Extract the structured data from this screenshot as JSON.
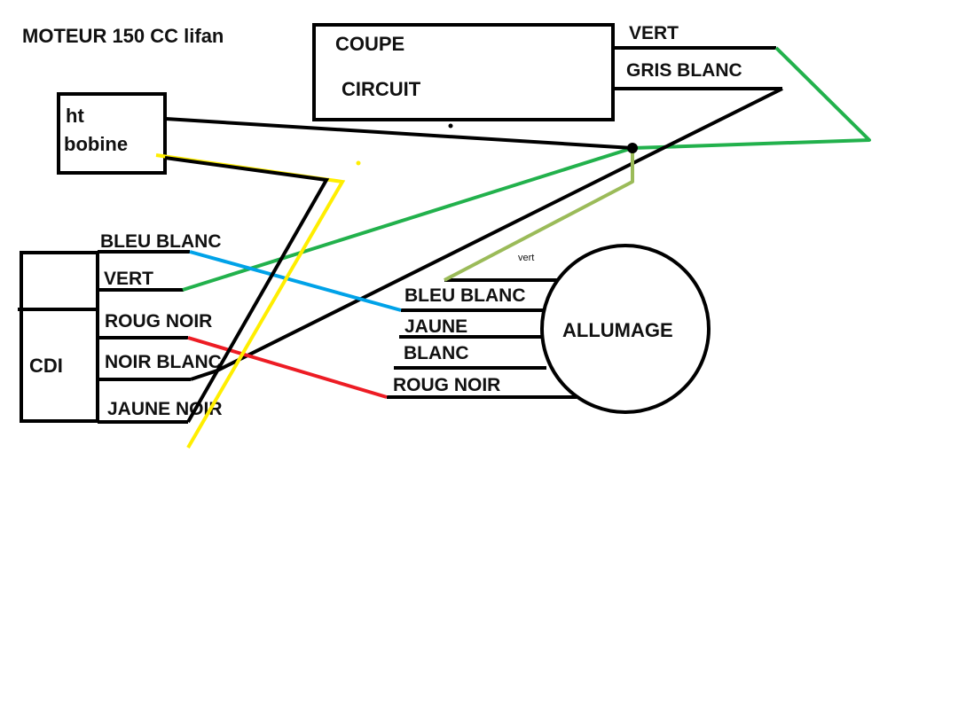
{
  "title": "MOTEUR 150 CC lifan",
  "components": {
    "coupe_circuit": {
      "line1": "COUPE",
      "line2": "CIRCUIT"
    },
    "ht_bobine": {
      "line1": "ht",
      "line2": "bobine"
    },
    "cdi": {
      "label": "CDI"
    },
    "allumage": {
      "label": "ALLUMAGE"
    }
  },
  "wire_labels": {
    "coupe_vert": "VERT",
    "coupe_gris_blanc": "GRIS BLANC",
    "cdi_bleu_blanc": "BLEU BLANC",
    "cdi_vert": "VERT",
    "cdi_roug_noir": "ROUG NOIR",
    "cdi_noir_blanc": "NOIR BLANC",
    "cdi_jaune_noir": "JAUNE NOIR",
    "all_vert": "vert",
    "all_bleu_blanc": "BLEU BLANC",
    "all_jaune": "JAUNE",
    "all_blanc": "BLANC",
    "all_roug_noir": "ROUG NOIR"
  },
  "colors": {
    "black": "#000000",
    "yellow": "#ffee00",
    "green": "#22b14c",
    "light_green": "#9bbb59",
    "blue": "#00a2e8",
    "red": "#ed1c24"
  }
}
